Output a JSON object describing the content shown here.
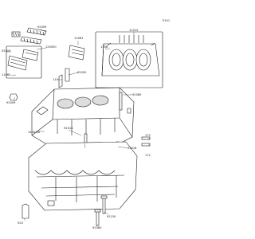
{
  "diagram_id": "E101",
  "callouts": {
    "92009": "92009",
    "120050": "120050",
    "11060_a": "11060",
    "120320": "120320",
    "11061": "11061",
    "110b": "110B",
    "92009b": "92009",
    "f110": "110",
    "92050": "92050",
    "92060": "92060",
    "172b": "172",
    "172": "172",
    "14001a": "14001/A",
    "92014": "92014",
    "92016": "92016",
    "92150": "92150",
    "92060b": "92060",
    "920a": "920",
    "11012": "11012",
    "g92009": "92009"
  },
  "colors": {
    "ink": "#1f1f1f",
    "paper": "#ffffff",
    "shade": "#4a4a4a"
  }
}
